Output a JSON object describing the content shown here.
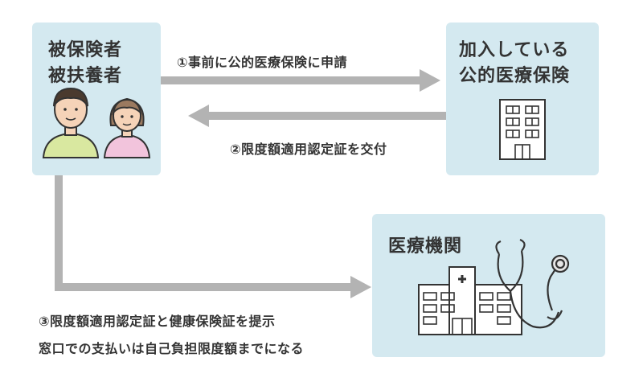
{
  "insured_box": {
    "title_line1": "被保険者",
    "title_line2": "被扶養者",
    "people": [
      "man-avatar",
      "woman-avatar"
    ]
  },
  "insurer_box": {
    "title_line1": "加入している",
    "title_line2": "公的医療保険",
    "icon": "office-building-icon"
  },
  "hospital_box": {
    "title": "医療機関",
    "icon": "hospital-icon",
    "extra_icon": "stethoscope-icon"
  },
  "steps": {
    "step1": "①事前に公的医療保険に申請",
    "step2": "②限度額適用認定証を交付",
    "step3_line1": "③限度額適用認定証と健康保険証を提示",
    "step3_line2": "窓口での支払いは自己負担限度額までになる"
  },
  "colors": {
    "box_fill": "#d4e9f0",
    "arrow": "#b3b3b3",
    "text": "#333333",
    "man_shirt": "#d9e8a0",
    "woman_shirt": "#f2c4dc"
  }
}
